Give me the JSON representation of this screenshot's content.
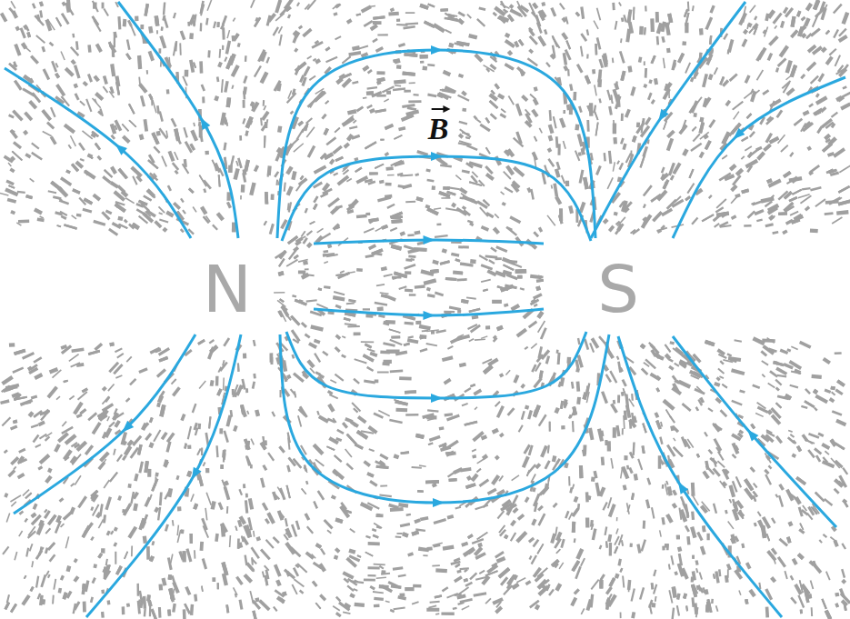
{
  "diagram": {
    "labels": [
      "N",
      "S",
      "B"
    ]
  }
}
